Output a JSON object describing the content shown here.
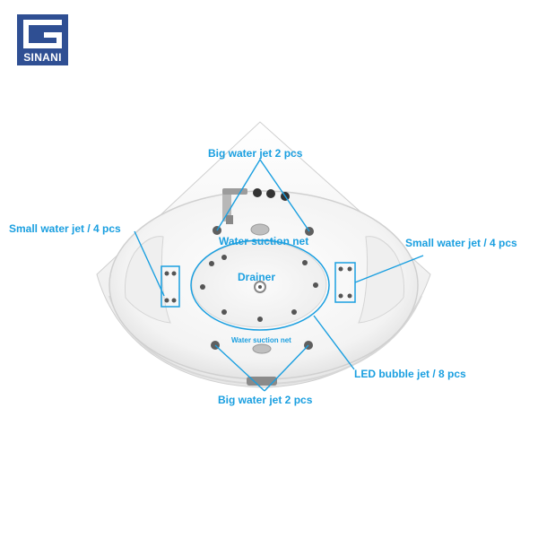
{
  "brand": {
    "logo_text": "SINANI",
    "color": "#2f4f93"
  },
  "accent": "#1a9fe0",
  "labels": {
    "big_jet_top": "Big water jet 2 pcs",
    "small_jet_left": "Small water jet / 4 pcs",
    "small_jet_right": "Small water jet / 4 pcs",
    "water_suction_top": "Water suction net",
    "drainer": "Drainer",
    "water_suction_bottom": "Water suction net",
    "led_bubble": "LED bubble jet / 8 pcs",
    "big_jet_bottom": "Big water jet 2 pcs"
  }
}
